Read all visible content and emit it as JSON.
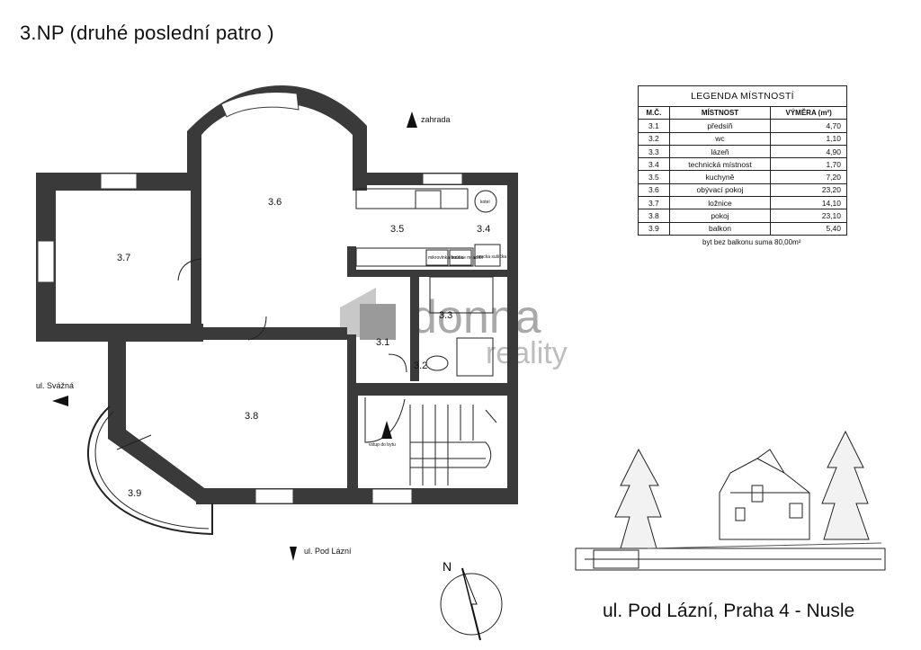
{
  "title": "3.NP (druhé poslední patro )",
  "footer_address": "ul. Pod Lázní, Praha 4 - Nusle",
  "legend": {
    "title": "LEGENDA MÍSTNOSTÍ",
    "headers": [
      "M.Č.",
      "MÍSTNOST",
      "VÝMĚRA (m²)"
    ],
    "rows": [
      [
        "3.1",
        "předsíň",
        "4,70"
      ],
      [
        "3.2",
        "wc",
        "1,10"
      ],
      [
        "3.3",
        "lázeň",
        "4,90"
      ],
      [
        "3.4",
        "technická místnost",
        "1,70"
      ],
      [
        "3.5",
        "kuchyně",
        "7,20"
      ],
      [
        "3.6",
        "obývací pokoj",
        "23,20"
      ],
      [
        "3.7",
        "ložnice",
        "14,10"
      ],
      [
        "3.8",
        "pokoj",
        "23,10"
      ],
      [
        "3.9",
        "balkon",
        "5,40"
      ]
    ],
    "total": "byt bez balkonu suma 80,00m²"
  },
  "rooms": {
    "r31": "3.1",
    "r32": "3.2",
    "r33": "3.3",
    "r34": "3.4",
    "r35": "3.5",
    "r36": "3.6",
    "r37": "3.7",
    "r38": "3.8",
    "r39": "3.9"
  },
  "fixtures": {
    "kotel": "kotel",
    "mikrovlnka": "mikrovlnka trouba",
    "lednice": "lednice mraznik",
    "pracka": "pracka sušička"
  },
  "directions": {
    "zahrada": "zahrada",
    "svazna": "ul. Svážná",
    "pod_lazni": "ul. Pod Lázní",
    "vstup": "vstup do bytu",
    "north": "N"
  },
  "watermark": {
    "brand": "donna",
    "sub": "reality"
  },
  "colors": {
    "wall": "#3a3a3a",
    "ink": "#111111",
    "watermark": "#b3b3b3"
  }
}
